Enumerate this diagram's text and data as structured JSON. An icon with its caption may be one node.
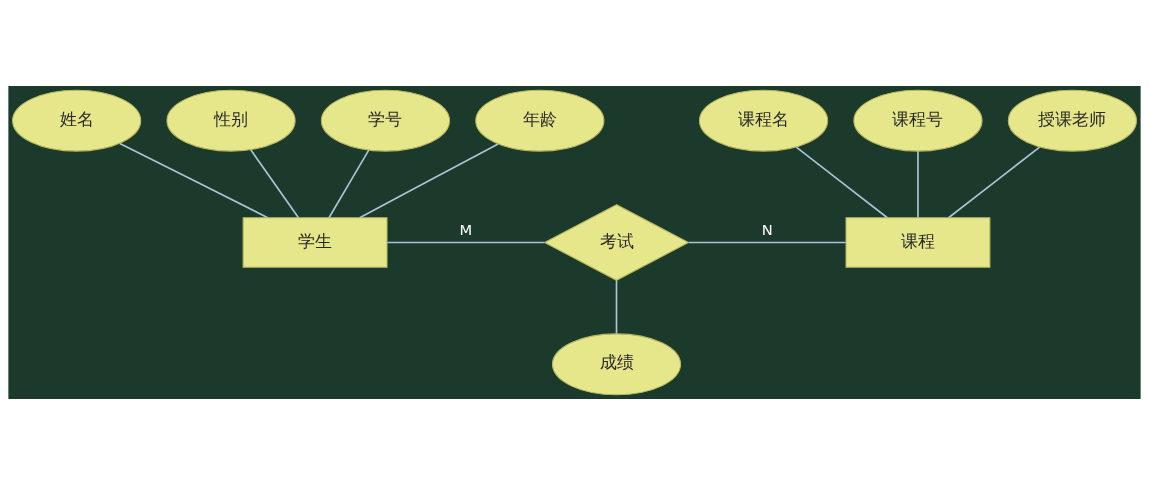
{
  "diagram": {
    "nodes": [
      {
        "text": [
          "姓名"
        ]
      },
      {
        "text": [
          "性别"
        ]
      },
      {
        "text": [
          "课程名"
        ]
      },
      {
        "text": [
          "学号"
        ]
      },
      {
        "text": [
          "课程号"
        ]
      },
      {
        "text": [
          "授课老师"
        ]
      },
      {
        "text": [
          "年龄"
        ]
      },
      {
        "text": [
          "学生"
        ]
      },
      {
        "text": [
          "考试"
        ]
      },
      {
        "text": [
          "课程"
        ]
      },
      {
        "text": [
          "成绩"
        ]
      }
    ],
    "edges": [
      {
        "from": 3,
        "to": 7,
        "arrow": "none"
      },
      {
        "from": 0,
        "to": 7,
        "arrow": "none"
      },
      {
        "from": 1,
        "to": 7,
        "arrow": "none"
      },
      {
        "from": 6,
        "to": 7,
        "arrow": "none"
      },
      {
        "from": 7,
        "to": 8,
        "arrow": "none",
        "label": "M"
      },
      {
        "from": 8,
        "to": 9,
        "arrow": "none",
        "label": "N"
      },
      {
        "from": 4,
        "to": 9,
        "arrow": "none"
      },
      {
        "from": 2,
        "to": 9,
        "arrow": "none"
      },
      {
        "from": 5,
        "to": 9,
        "arrow": "none"
      },
      {
        "from": 8,
        "to": 10,
        "arrow": "none"
      }
    ]
  }
}
